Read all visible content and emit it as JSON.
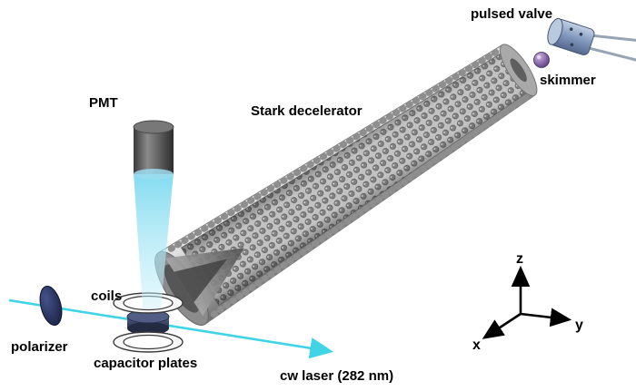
{
  "diagram": {
    "labels": {
      "pulsed_valve": "pulsed valve",
      "skimmer": "skimmer",
      "pmt": "PMT",
      "stark_decelerator": "Stark decelerator",
      "coils": "coils",
      "polarizer": "polarizer",
      "capacitor_plates": "capacitor plates",
      "cw_laser": "cw laser (282 nm)"
    },
    "axes": {
      "x": "x",
      "y": "y",
      "z": "z"
    },
    "colors": {
      "background": "#ffffff",
      "text": "#000000",
      "laser_beam": "#3fd4e6",
      "pmt_light_cone": "#a8e6f4",
      "decelerator_metal": "#bfbfbf",
      "pmt_body": "#5a5a5a",
      "polarizer_disc": "#1f2b52",
      "skimmer_sphere": "#7b5a9e",
      "pulsed_valve_body": "#7e93b8",
      "axes_color": "#000000"
    }
  }
}
